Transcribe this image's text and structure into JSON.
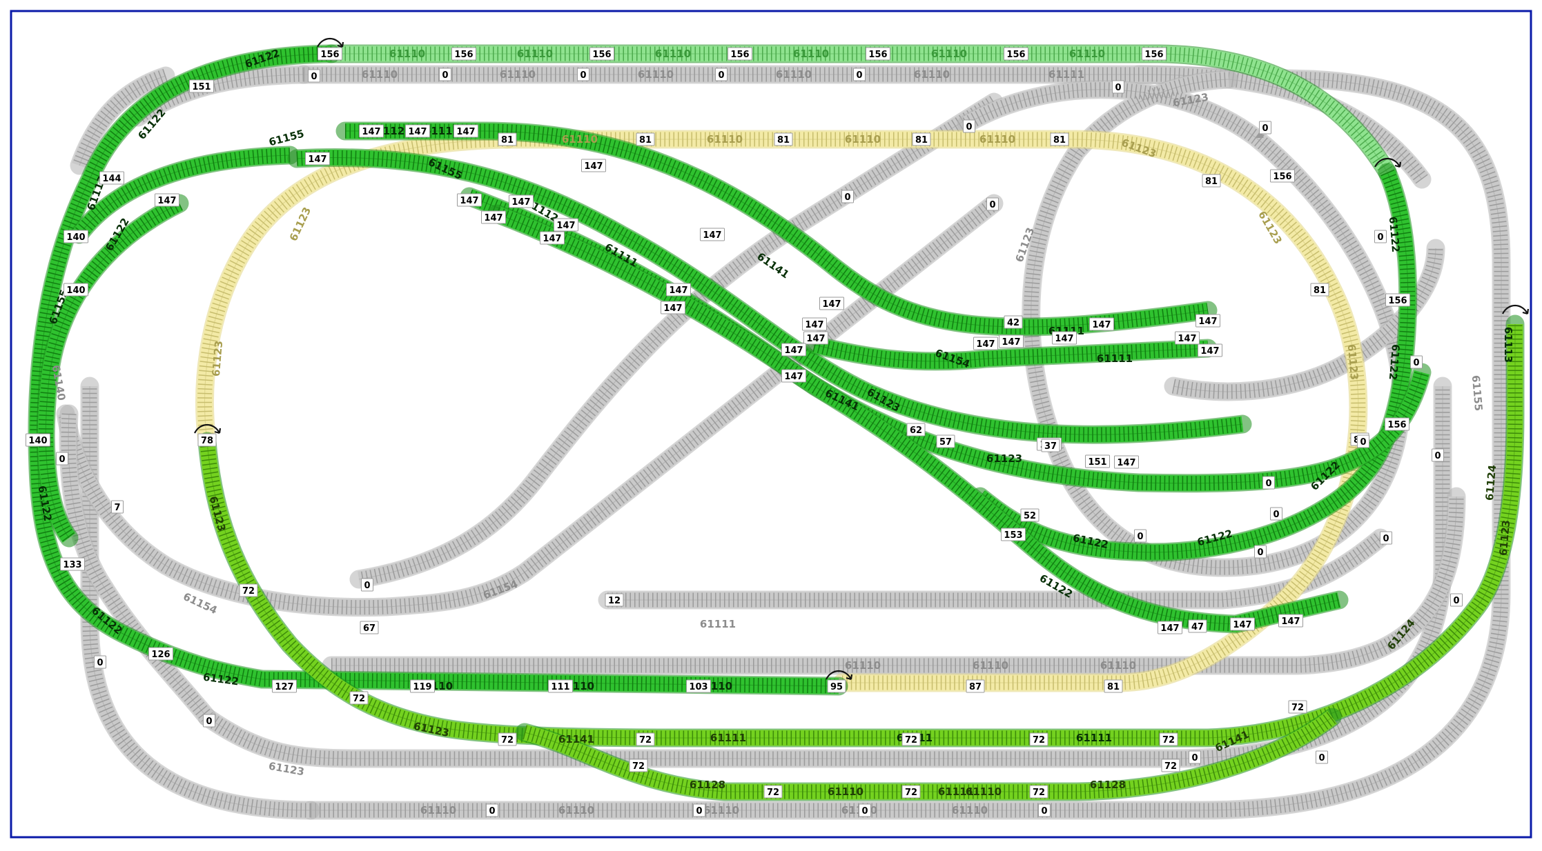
{
  "colors": {
    "gray": "#c9c9c9",
    "gray_tie": "#9b9b9b",
    "yellow": "#f3eaa6",
    "yellow_tie": "#c7bd6d",
    "green": "#2fc22f",
    "green_tie": "#117d11",
    "lime": "#74d21f",
    "lime_tie": "#3c8a0a",
    "light_green": "#8fe38f",
    "light_green_tie": "#4caa4c",
    "frame": "#0a1aa8"
  },
  "part_labels": [
    "61110",
    "61110",
    "61110",
    "61110",
    "61110",
    "61110",
    "61111",
    "61110",
    "61110",
    "61110",
    "61110",
    "61110",
    "61110",
    "61110",
    "61110",
    "61110",
    "61110",
    "61110",
    "61110",
    "61122",
    "61122",
    "61122",
    "61122",
    "61122",
    "61122",
    "61122",
    "61122",
    "61122",
    "61122",
    "61122",
    "61122",
    "61123",
    "61123",
    "61123",
    "61123",
    "61123",
    "61123",
    "61123",
    "61123",
    "61123",
    "61123",
    "61123",
    "61123",
    "61123",
    "61154",
    "61154",
    "61154",
    "61155",
    "61155",
    "61155",
    "61155",
    "61140",
    "61113",
    "61113",
    "61112",
    "61112",
    "61112",
    "61111",
    "61111",
    "61111",
    "61111",
    "61111",
    "61111",
    "61141",
    "61141",
    "61141",
    "61141",
    "61124",
    "61124",
    "61128",
    "61128",
    "61110",
    "61110",
    "61110",
    "61110",
    "61111",
    "61111",
    "61110",
    "61110",
    "61110",
    "61110",
    "61110",
    "61110"
  ],
  "height_labels": [
    "156",
    "156",
    "156",
    "156",
    "156",
    "156",
    "156",
    "156",
    "156",
    "156",
    "151",
    "144",
    "147",
    "140",
    "140",
    "140",
    "133",
    "126",
    "127",
    "119",
    "111",
    "103",
    "95",
    "87",
    "81",
    "81",
    "81",
    "81",
    "81",
    "81",
    "81",
    "81",
    "81",
    "78",
    "72",
    "72",
    "72",
    "72",
    "72",
    "72",
    "72",
    "72",
    "72",
    "72",
    "72",
    "72",
    "72",
    "147",
    "147",
    "147",
    "147",
    "147",
    "147",
    "147",
    "147",
    "147",
    "147",
    "147",
    "147",
    "147",
    "147",
    "147",
    "147",
    "147",
    "147",
    "147",
    "147",
    "147",
    "147",
    "147",
    "147",
    "147",
    "62",
    "57",
    "52",
    "153",
    "151",
    "147",
    "147",
    "147",
    "147",
    "147",
    "47",
    "42",
    "37",
    "0",
    "0",
    "0",
    "0",
    "0",
    "0",
    "0",
    "0",
    "0",
    "0",
    "0",
    "0",
    "0",
    "0",
    "0",
    "0",
    "0",
    "0",
    "0",
    "0",
    "0",
    "0",
    "0",
    "0",
    "0",
    "0",
    "0",
    "0",
    "0",
    "0",
    "0",
    "0",
    "7",
    "12",
    "67"
  ]
}
